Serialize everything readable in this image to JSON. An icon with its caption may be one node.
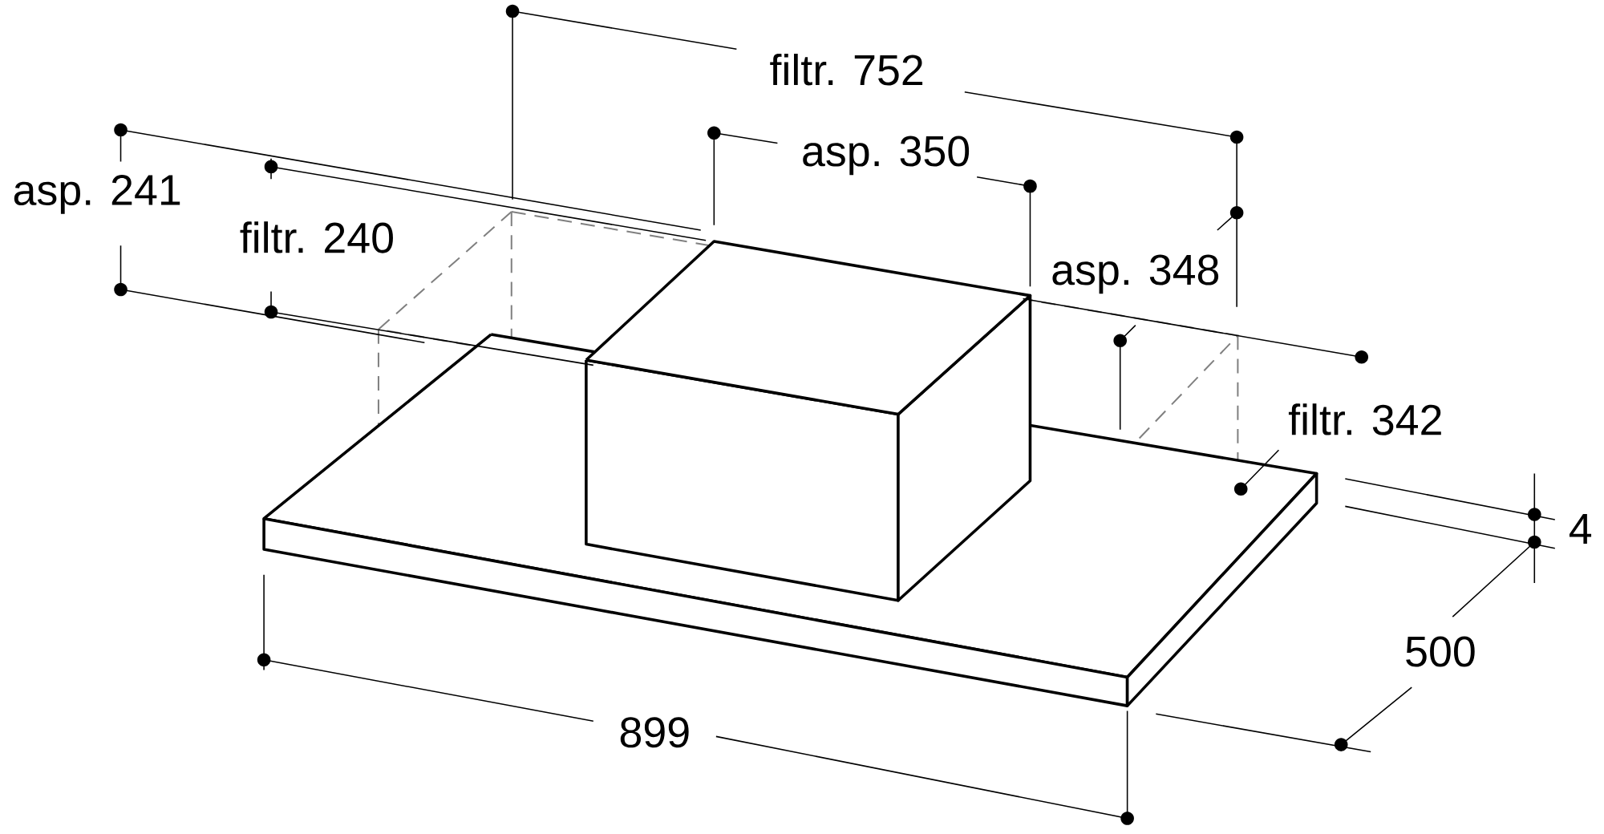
{
  "diagram": {
    "labels": [
      "filtr. 752",
      "asp. 350",
      "asp. 241",
      "filtr. 240",
      "asp. 348",
      "filtr. 342",
      "4",
      "500",
      "899"
    ]
  }
}
